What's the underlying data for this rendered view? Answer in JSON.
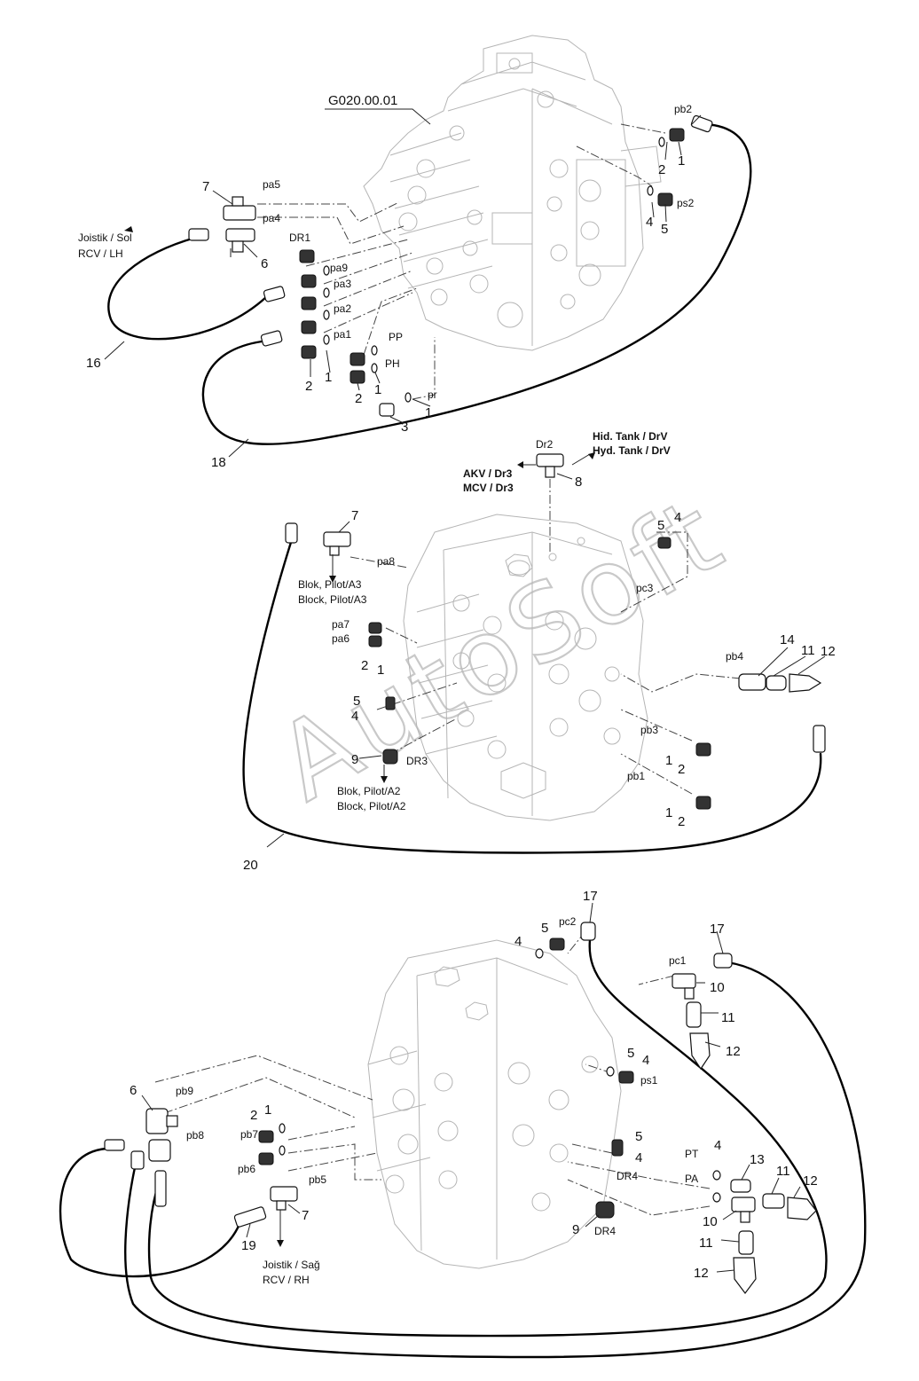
{
  "watermark": "AutoSoft",
  "reference": "G020.00.01",
  "top_view": {
    "ports": [
      "pb2",
      "ps2",
      "pa5",
      "pa4",
      "DR1",
      "pa9",
      "pa3",
      "pa2",
      "pa1",
      "PP",
      "PH",
      "pr"
    ],
    "destination": [
      "Joistik  / Sol",
      "RCV / LH"
    ],
    "part_numbers": [
      "7",
      "6",
      "16",
      "18",
      "2",
      "1",
      "2",
      "1",
      "3",
      "1",
      "2",
      "1",
      "4",
      "5"
    ]
  },
  "middle_view": {
    "drain": "Dr2",
    "tank_label": [
      "Hid. Tank / DrV",
      "Hyd. Tank / DrV"
    ],
    "mcv_label": [
      "AKV / Dr3",
      "MCV / Dr3"
    ],
    "ports": [
      "pa8",
      "pc3",
      "pa7",
      "pa6",
      "pb4",
      "pb3",
      "pb1",
      "DR3"
    ],
    "block_a3": [
      "Blok, Pilot/A3",
      "Block, Pilot/A3"
    ],
    "block_a2": [
      "Blok, Pilot/A2",
      "Block, Pilot/A2"
    ],
    "part_numbers": [
      "8",
      "7",
      "5",
      "4",
      "2",
      "1",
      "5",
      "4",
      "9",
      "14",
      "11",
      "12",
      "1",
      "2",
      "1",
      "2",
      "20"
    ]
  },
  "bottom_view": {
    "ports": [
      "pc2",
      "pc1",
      "ps1",
      "pb9",
      "pb8",
      "pb7",
      "pb6",
      "pb5",
      "DR4",
      "DR4",
      "PT",
      "PA"
    ],
    "destination": [
      "Joistik  / Sağ",
      "RCV / RH"
    ],
    "part_numbers": [
      "17",
      "5",
      "4",
      "17",
      "10",
      "11",
      "12",
      "5",
      "4",
      "6",
      "2",
      "1",
      "5",
      "4",
      "13",
      "4",
      "11",
      "12",
      "7",
      "19",
      "9",
      "10",
      "11",
      "12"
    ]
  },
  "colors": {
    "line": "#000000",
    "body": "#b5b5b5",
    "watermark": "#c9c9c9"
  }
}
